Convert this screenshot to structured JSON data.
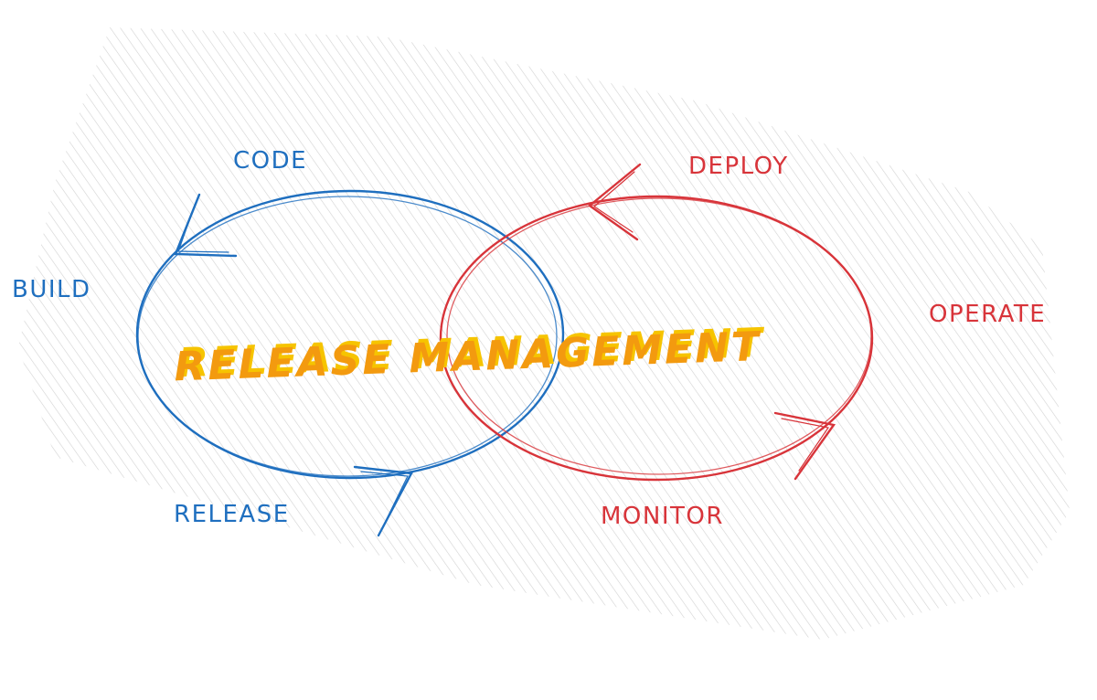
{
  "diagram": {
    "center_title": "RELEASE MANAGEMENT",
    "left_cycle": {
      "color": "#1f6fbf",
      "steps": [
        "CODE",
        "BUILD",
        "RELEASE"
      ]
    },
    "right_cycle": {
      "color": "#d8343a",
      "steps": [
        "DEPLOY",
        "OPERATE",
        "MONITOR"
      ]
    },
    "title_color": "#f39a0f",
    "title_shadow_color": "#f6c400",
    "hatch_color": "#cfcfcf"
  }
}
